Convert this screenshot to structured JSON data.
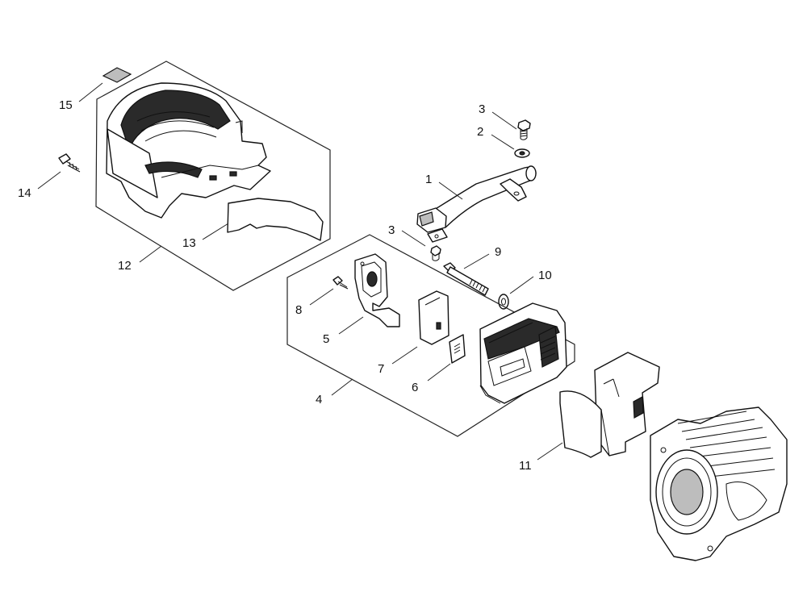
{
  "callouts": {
    "c1": "1",
    "c2": "2",
    "c3a": "3",
    "c3b": "3",
    "c4": "4",
    "c5": "5",
    "c6": "6",
    "c7": "7",
    "c8": "8",
    "c9": "9",
    "c10": "10",
    "c11": "11",
    "c12": "12",
    "c13": "13",
    "c14": "14",
    "c15": "15"
  },
  "icons": {
    "bolt": "bolt-icon",
    "washer": "washer-icon"
  }
}
